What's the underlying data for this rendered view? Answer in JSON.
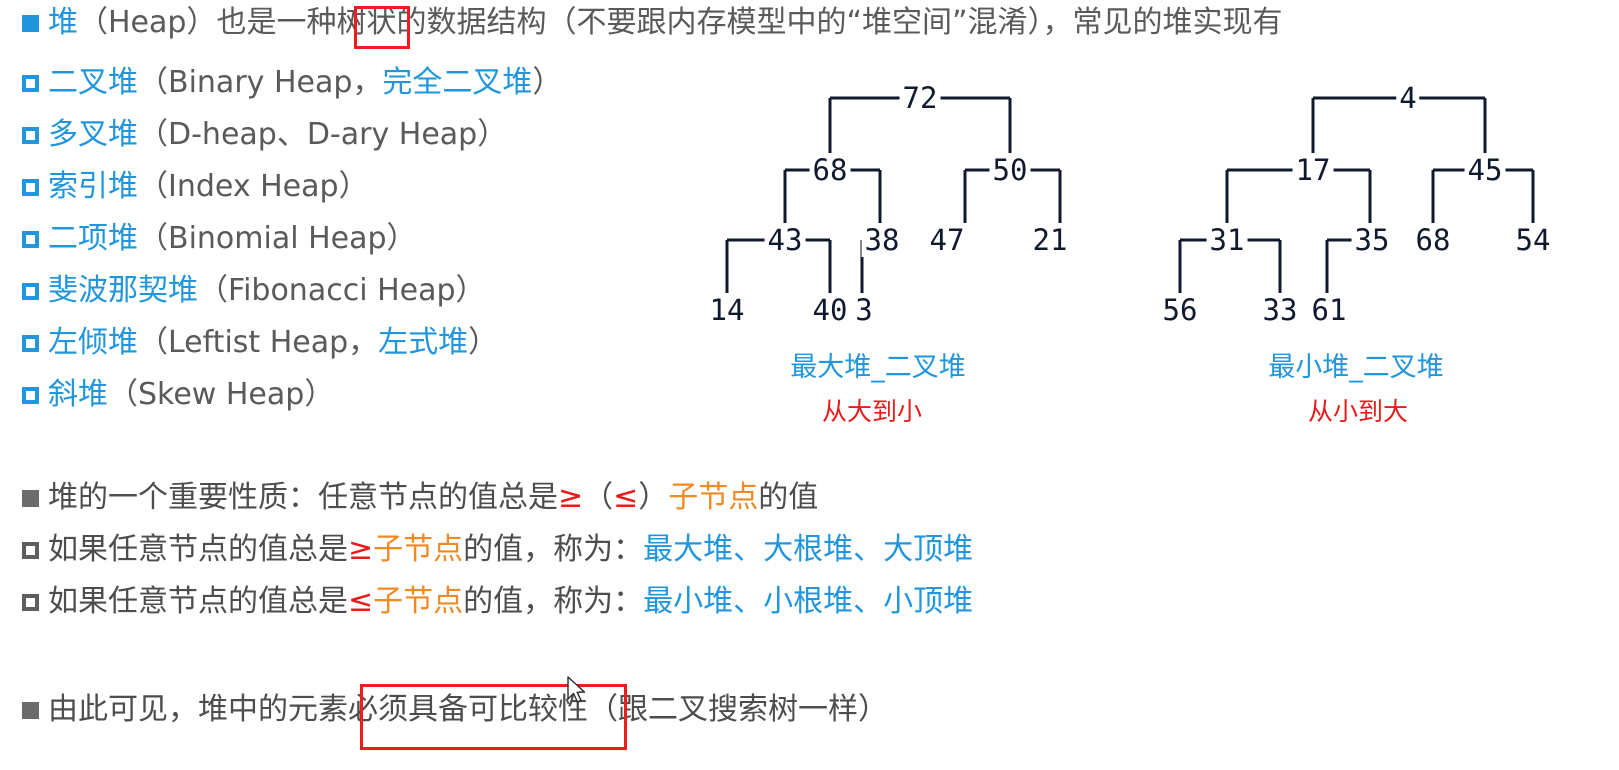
{
  "heap_intro": {
    "bullet": "filled-square",
    "term": "堆",
    "paren_en": "（Heap）",
    "rest_a": "也是一种",
    "highlight": "树状",
    "rest_b": "的数据结构（不要跟内存模型中的“堆空间”混淆），常见的堆实现有"
  },
  "heap_kinds": [
    {
      "name": "二叉堆",
      "paren_open": "（",
      "en": "Binary Heap，",
      "extra": "完全二叉堆",
      "paren_close": "）"
    },
    {
      "name": "多叉堆",
      "paren_open": "（",
      "en": "D-heap、D-ary Heap",
      "extra": "",
      "paren_close": "）"
    },
    {
      "name": "索引堆",
      "paren_open": "（",
      "en": "Index Heap",
      "extra": "",
      "paren_close": "）"
    },
    {
      "name": "二项堆",
      "paren_open": "（",
      "en": "Binomial Heap",
      "extra": "",
      "paren_close": "）"
    },
    {
      "name": "斐波那契堆",
      "paren_open": "（",
      "en": "Fibonacci Heap",
      "extra": "",
      "paren_close": "）"
    },
    {
      "name": "左倾堆",
      "paren_open": "（",
      "en": "Leftist Heap，",
      "extra": "左式堆",
      "paren_close": "）"
    },
    {
      "name": "斜堆",
      "paren_open": "（",
      "en": "Skew Heap",
      "extra": "",
      "paren_close": "）"
    }
  ],
  "properties": {
    "line1": {
      "bullet": "filled-square-gray",
      "pre": "堆的一个重要性质：任意节点的值总是 ",
      "op1": "≥",
      "mid": "（",
      "op2": "≤",
      "mid2": "）",
      "child": "子节点",
      "post": "的值"
    },
    "line2": {
      "bullet": "hollow-square-gray",
      "pre": "如果任意节点的值总是 ",
      "op": "≥",
      "child": "子节点",
      "mid": "的值，称为：",
      "names": "最大堆、大根堆、大顶堆"
    },
    "line3": {
      "bullet": "hollow-square-gray",
      "pre": "如果任意节点的值总是 ",
      "op": "≤",
      "child": "子节点",
      "mid": "的值，称为：",
      "names": "最小堆、小根堆、小顶堆"
    }
  },
  "conclusion": {
    "bullet": "filled-square-gray",
    "pre": "由此可见，堆中的元素",
    "highlight": "必须具备可比较性",
    "post": "（跟二叉搜索树一样）"
  },
  "chart_data": [
    {
      "type": "tree",
      "title": "最大堆_二叉堆",
      "subtitle": "从大到小",
      "title_color": "#2196dd",
      "subtitle_color": "#e81a1a",
      "root": 72,
      "nodes": [
        {
          "value": 72,
          "level": 0
        },
        {
          "value": 68,
          "level": 1,
          "parent": 72,
          "side": "left"
        },
        {
          "value": 50,
          "level": 1,
          "parent": 72,
          "side": "right"
        },
        {
          "value": 43,
          "level": 2,
          "parent": 68,
          "side": "left"
        },
        {
          "value": 38,
          "level": 2,
          "parent": 68,
          "side": "right"
        },
        {
          "value": 47,
          "level": 2,
          "parent": 50,
          "side": "left"
        },
        {
          "value": 21,
          "level": 2,
          "parent": 50,
          "side": "right"
        },
        {
          "value": 14,
          "level": 3,
          "parent": 43,
          "side": "left"
        },
        {
          "value": 40,
          "level": 3,
          "parent": 43,
          "side": "right"
        },
        {
          "value": 3,
          "level": 3,
          "parent": 38,
          "side": "left"
        }
      ],
      "array_order": [
        72,
        68,
        50,
        43,
        38,
        47,
        21,
        14,
        40,
        3
      ]
    },
    {
      "type": "tree",
      "title": "最小堆_二叉堆",
      "subtitle": "从小到大",
      "title_color": "#2196dd",
      "subtitle_color": "#e81a1a",
      "root": 4,
      "nodes": [
        {
          "value": 4,
          "level": 0
        },
        {
          "value": 17,
          "level": 1,
          "parent": 4,
          "side": "left"
        },
        {
          "value": 45,
          "level": 1,
          "parent": 4,
          "side": "right"
        },
        {
          "value": 31,
          "level": 2,
          "parent": 17,
          "side": "left"
        },
        {
          "value": 35,
          "level": 2,
          "parent": 17,
          "side": "right"
        },
        {
          "value": 68,
          "level": 2,
          "parent": 45,
          "side": "left"
        },
        {
          "value": 54,
          "level": 2,
          "parent": 45,
          "side": "right"
        },
        {
          "value": 56,
          "level": 3,
          "parent": 31,
          "side": "left"
        },
        {
          "value": 33,
          "level": 3,
          "parent": 31,
          "side": "right"
        },
        {
          "value": 61,
          "level": 3,
          "parent": 35,
          "side": "left"
        }
      ],
      "array_order": [
        4,
        17,
        45,
        31,
        35,
        68,
        54,
        56,
        33,
        61
      ]
    }
  ],
  "colors": {
    "accent_blue": "#2196dd",
    "text_gray": "#5a5a5a",
    "red": "#e81a1a",
    "orange": "#f08a24",
    "tree_line": "#101a2e",
    "highlight_box": "#ee1c1c"
  }
}
